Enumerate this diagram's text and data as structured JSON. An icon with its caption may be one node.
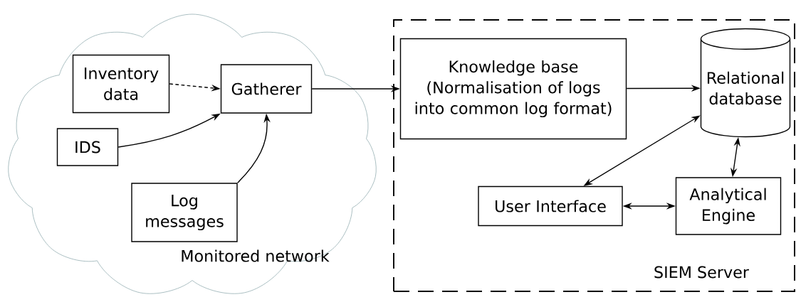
{
  "diagram": {
    "nodes": [
      {
        "text": [
          "Monitored network"
        ]
      },
      {
        "text": [
          "Inventory data"
        ],
        "in": 0
      },
      {
        "text": [
          "Gatherer"
        ],
        "in": 0
      },
      {
        "text": [
          "IDS"
        ],
        "in": 0
      },
      {
        "text": [
          "Log messages"
        ],
        "in": 0
      },
      {
        "text": [
          "SIEM Server"
        ]
      },
      {
        "text": [
          "Knowledge base (Normalisation of logs into common log format)"
        ],
        "in": 5
      },
      {
        "text": [
          "Relational database"
        ],
        "in": 5
      },
      {
        "text": [
          "User Interface"
        ],
        "in": 5
      },
      {
        "text": [
          "Analytical Engine"
        ],
        "in": 5
      }
    ],
    "edges": [
      {
        "from": 1,
        "to": 2,
        "arrow": "to",
        "style": "dashed"
      },
      {
        "from": 3,
        "to": 2,
        "arrow": "to"
      },
      {
        "from": 4,
        "to": 2,
        "arrow": "to"
      },
      {
        "from": 2,
        "to": 6,
        "arrow": "to"
      },
      {
        "from": 6,
        "to": 7,
        "arrow": "to"
      },
      {
        "from": 7,
        "to": 8,
        "arrow": "both"
      },
      {
        "from": 7,
        "to": 9,
        "arrow": "both"
      },
      {
        "from": 8,
        "to": 9,
        "arrow": "both"
      }
    ]
  }
}
